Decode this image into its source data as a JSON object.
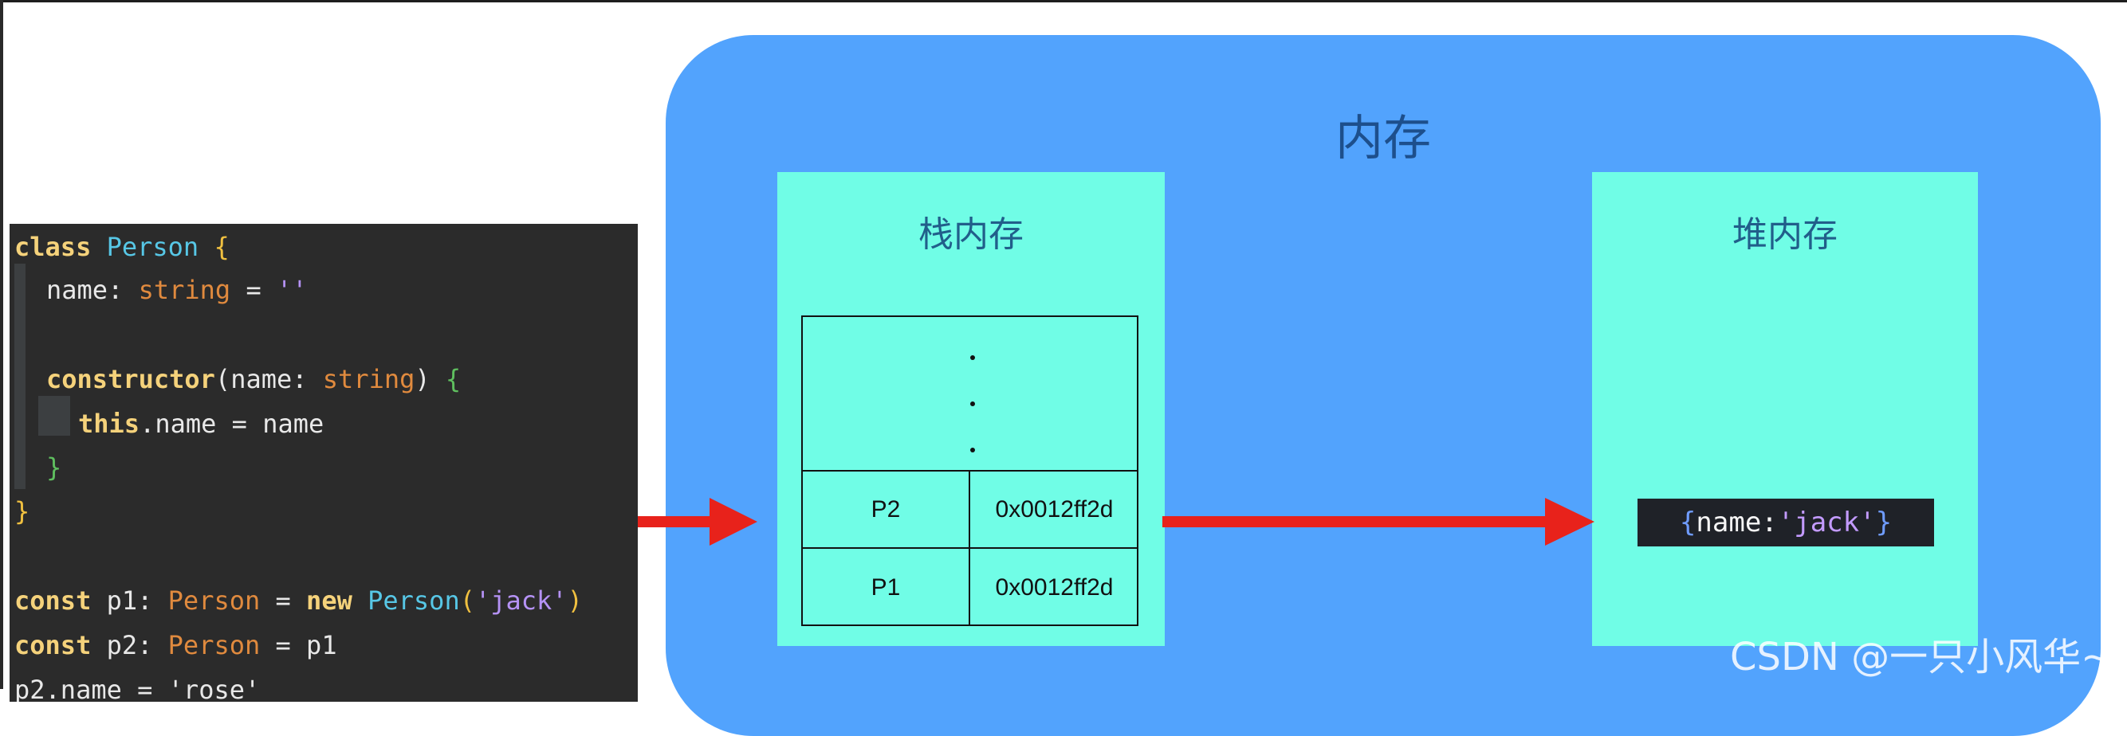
{
  "diagram": {
    "memory_title": "内存",
    "stack": {
      "title": "栈内存",
      "rows": [
        {
          "name": "P2",
          "address": "0x0012ff2d"
        },
        {
          "name": "P1",
          "address": "0x0012ff2d"
        }
      ]
    },
    "heap": {
      "title": "堆内存",
      "object": {
        "open": "{",
        "key": "name:",
        "value": "'jack'",
        "close": "}"
      }
    },
    "colors": {
      "memory": "#52a3fd",
      "box": "#70fde6",
      "arrow": "#e8221b"
    }
  },
  "code": {
    "l1": {
      "kw": "class",
      "name": "Person",
      "brace": "{"
    },
    "l2": {
      "prop": "name:",
      "type": "string",
      "eq": "=",
      "str": "''"
    },
    "l4": {
      "kw": "constructor",
      "open": "(",
      "param": "name:",
      "type": "string",
      "close": ")",
      "brace": "{"
    },
    "l5": {
      "kw": "this",
      "rest": ".name = name"
    },
    "l6": {
      "brace": "}"
    },
    "l7": {
      "brace": "}"
    },
    "l9": {
      "kw": "const",
      "var": "p1:",
      "type": "Person",
      "eq": "=",
      "new": "new",
      "ctor": "Person",
      "open": "(",
      "str": "'jack'",
      "close": ")"
    },
    "l10": {
      "kw": "const",
      "var": "p2:",
      "type": "Person",
      "rest": "= p1"
    },
    "l11": {
      "partial": "p2.name = 'rose'"
    }
  },
  "watermark": "CSDN @一只小风华~"
}
